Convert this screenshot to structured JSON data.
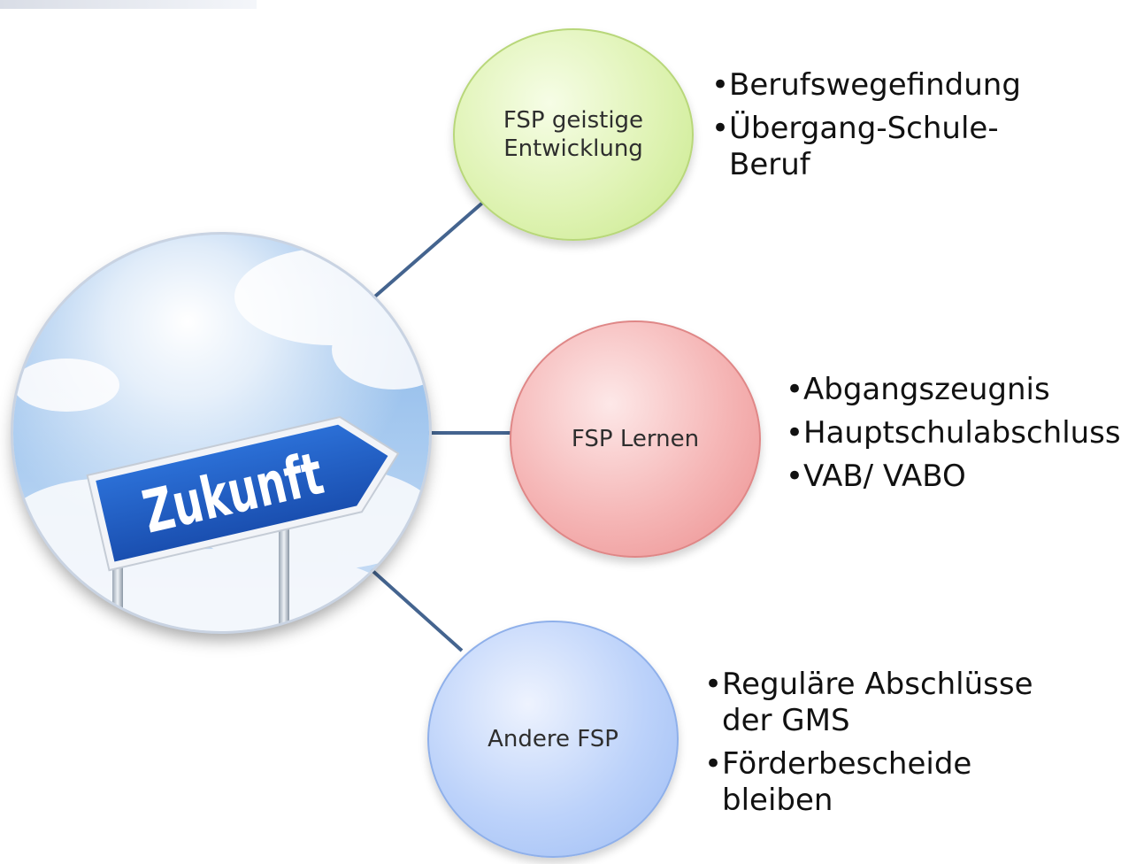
{
  "center_node": {
    "image": "road-sign-sky",
    "sign_text": "Zukunft"
  },
  "branches": [
    {
      "label": "FSP geistige Entwicklung",
      "color": "#dff3b4",
      "items": [
        "Berufswegefindung",
        "Übergang-Schule-Beruf"
      ]
    },
    {
      "label": "FSP Lernen",
      "color": "#f5b5b5",
      "items": [
        "Abgangszeugnis",
        "Hauptschulabschluss",
        "VAB/ VABO"
      ]
    },
    {
      "label": "Andere FSP",
      "color": "#bcd2fa",
      "items": [
        "Reguläre Abschlüsse der GMS",
        "Förderbescheide bleiben"
      ]
    }
  ],
  "connector_color": "#44648f"
}
